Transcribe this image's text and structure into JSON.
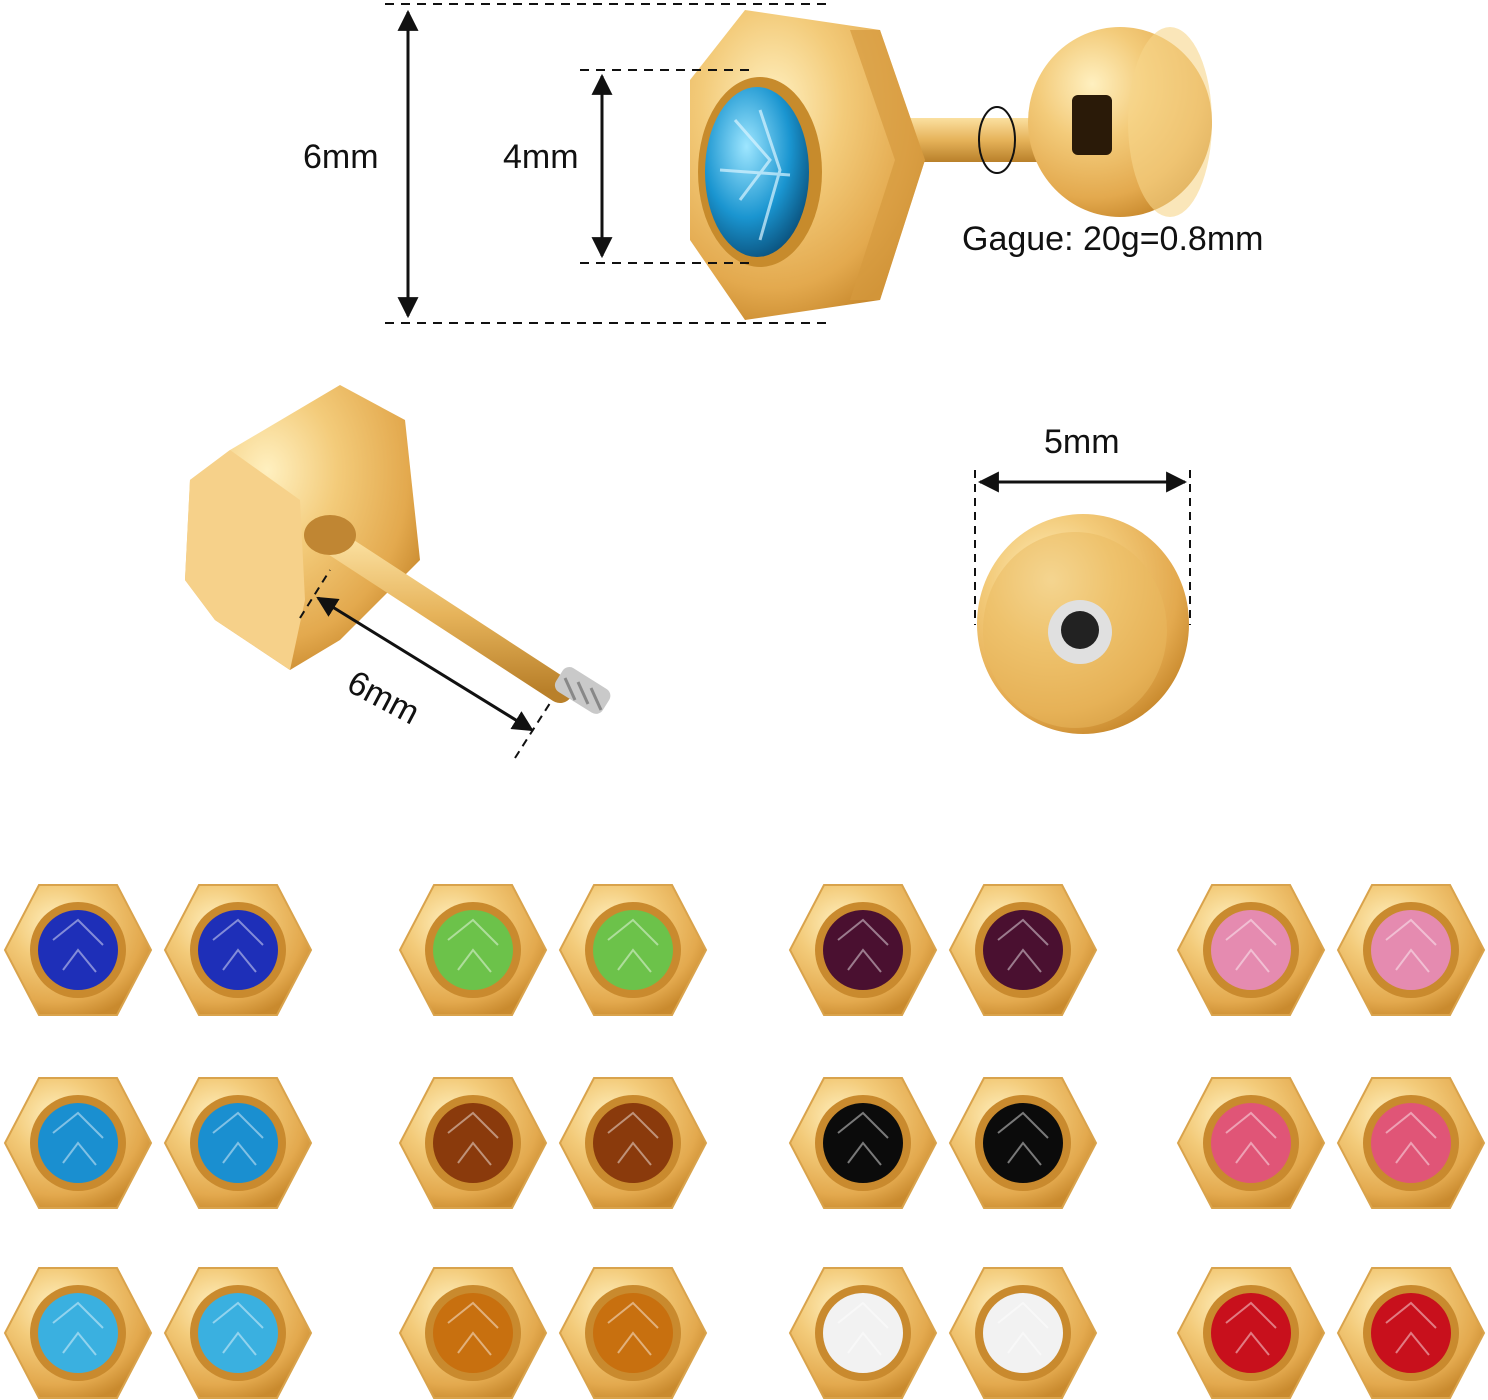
{
  "labels": {
    "total_height": "6mm",
    "gem_diameter": "4mm",
    "gauge": "Gague: 20g=0.8mm",
    "back_diameter": "5mm",
    "bar_length": "6mm"
  },
  "colors": {
    "gold_light": "#f7d58a",
    "gold_mid": "#e9b65a",
    "gold_dark": "#c98a2e"
  },
  "gem_grid": [
    [
      "#1e2fb8",
      "#6cc24a",
      "#4a1030",
      "#e58bb0"
    ],
    [
      "#1a8fd0",
      "#8a3a0c",
      "#0b0b0b",
      "#e05577"
    ],
    [
      "#3ab0e0",
      "#c8700f",
      "#f2f2f2",
      "#c8101c"
    ]
  ]
}
